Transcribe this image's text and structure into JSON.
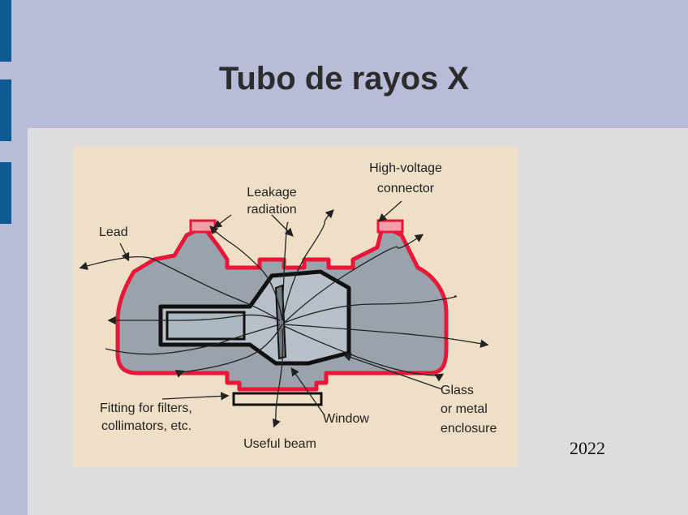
{
  "slide": {
    "title": "Tubo de rayos X",
    "year": "2022"
  },
  "diagram": {
    "labels": {
      "high_voltage": [
        "High-voltage",
        "connector"
      ],
      "leakage": [
        "Leakage",
        "radiation"
      ],
      "lead": "Lead",
      "fitting": [
        "Fitting for filters,",
        "collimators, etc."
      ],
      "window": "Window",
      "glass": [
        "Glass",
        "or metal",
        "enclosure"
      ],
      "useful_beam": "Useful beam"
    },
    "colors": {
      "housing_fill": "#9aa3ab",
      "lead_outline": "#e8173a",
      "panel_bg": "#efdfc6",
      "side_tab": "#0e5b93"
    }
  }
}
